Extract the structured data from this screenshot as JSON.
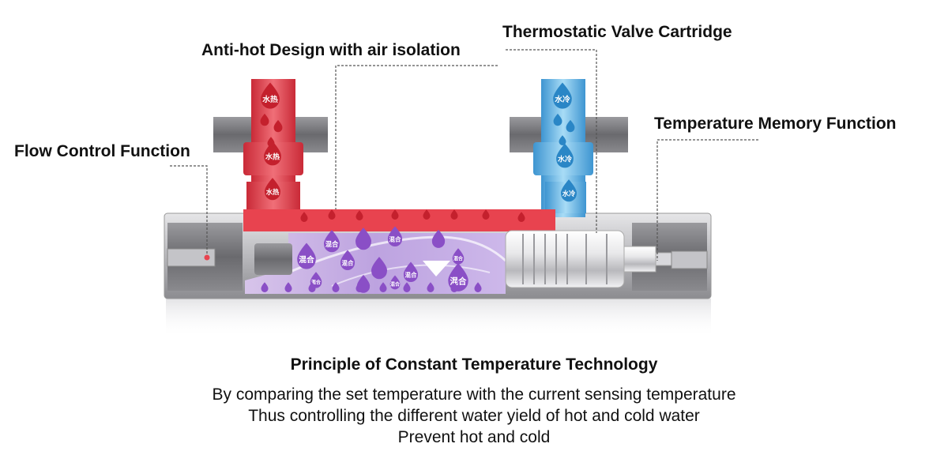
{
  "callouts": {
    "anti_hot": "Anti-hot Design with air isolation",
    "thermostatic": "Thermostatic Valve Cartridge",
    "temp_memory": "Temperature Memory Function",
    "flow_control": "Flow Control Function"
  },
  "diagram_labels": {
    "hot": "水热",
    "cold": "水冷",
    "mix": "混合"
  },
  "caption": {
    "title": "Principle of Constant Temperature Technology",
    "lines": [
      "By comparing the set temperature with the current sensing temperature",
      "Thus controlling the different water yield of hot and cold water",
      "Prevent hot and cold"
    ]
  },
  "colors": {
    "hot": "#e8434f",
    "cold": "#5fb4e6",
    "mix": "#8a4fc6",
    "body": "#c9c9cc"
  }
}
